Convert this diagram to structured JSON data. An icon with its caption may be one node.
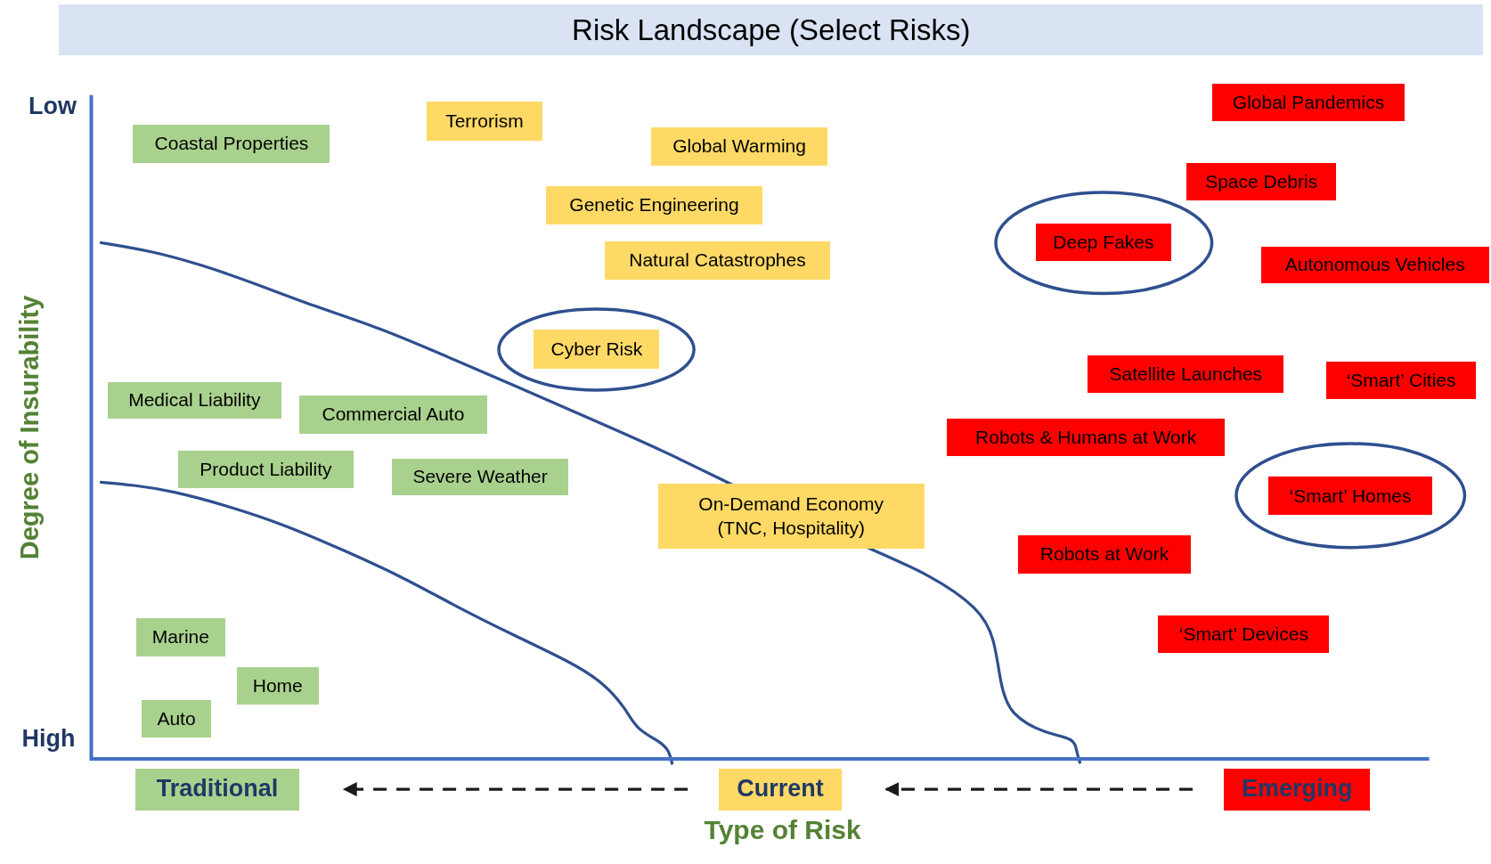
{
  "diagram": {
    "title": "Risk Landscape (Select Risks)",
    "nodes": [
      {
        "text": [
          "Coastal Properties"
        ]
      },
      {
        "text": [
          "Terrorism"
        ]
      },
      {
        "text": [
          "Global Warming"
        ]
      },
      {
        "text": [
          "Genetic Engineering"
        ]
      },
      {
        "text": [
          "Natural Catastrophes"
        ]
      },
      {
        "text": [],
        "shape": "ellipse"
      },
      {
        "text": [
          "Cyber Risk"
        ],
        "in": 5
      },
      {
        "text": [
          "Medical Liability"
        ]
      },
      {
        "text": [
          "Commercial Auto"
        ]
      },
      {
        "text": [
          "Product Liability"
        ]
      },
      {
        "text": [
          "Severe Weather"
        ]
      },
      {
        "text": [
          "On-Demand Economy (TNC, Hospitality)"
        ]
      },
      {
        "text": [
          "Marine"
        ]
      },
      {
        "text": [
          "Home"
        ]
      },
      {
        "text": [
          "Auto"
        ]
      },
      {
        "text": [
          "Global Pandemics"
        ]
      },
      {
        "text": [
          "Space Debris"
        ]
      },
      {
        "text": [],
        "shape": "ellipse"
      },
      {
        "text": [
          "Deep Fakes"
        ],
        "in": 17
      },
      {
        "text": [
          "Autonomous Vehicles"
        ]
      },
      {
        "text": [
          "Satellite Launches"
        ]
      },
      {
        "text": [
          "‘Smart’ Cities"
        ]
      },
      {
        "text": [
          "Robots & Humans at Work"
        ]
      },
      {
        "text": [],
        "shape": "ellipse"
      },
      {
        "text": [
          "‘Smart’ Homes"
        ],
        "in": 23
      },
      {
        "text": [
          "Robots at Work"
        ]
      },
      {
        "text": [
          "‘Smart’ Devices"
        ]
      },
      {
        "text": [
          "Traditional"
        ]
      },
      {
        "text": [
          "Current"
        ]
      },
      {
        "text": [
          "Emerging"
        ]
      }
    ],
    "edges": [
      {
        "from": 28,
        "to": 27,
        "arrow": "to",
        "style": "dashed"
      },
      {
        "from": 29,
        "to": 28,
        "arrow": "to",
        "style": "dashed"
      }
    ],
    "labels": [
      "Low",
      "High",
      "Degree of Insurability",
      "Type of Risk"
    ]
  }
}
